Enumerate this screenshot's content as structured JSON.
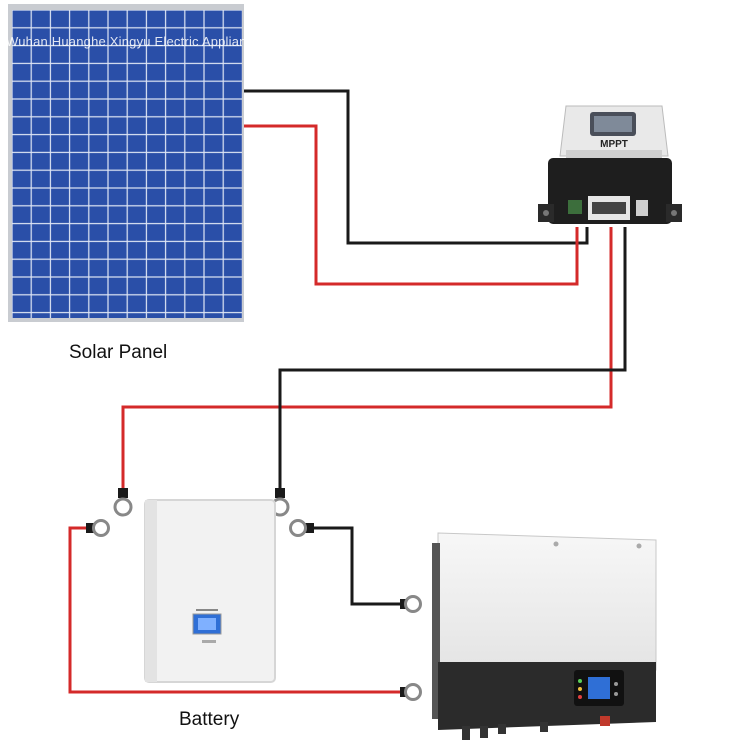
{
  "watermark": "Wuhan Huanghe Xingyu Electric Appliance Co., Ltd.",
  "labels": {
    "solar_panel": "Solar Panel",
    "battery": "Battery"
  },
  "controller": {
    "title": "MPPT"
  },
  "colors": {
    "positive_wire": "#d42a2a",
    "negative_wire": "#1a1a1a",
    "panel_cell": "#2a4fa8",
    "panel_frame": "#c9ccd1",
    "device_body": "#f2f2f2",
    "display": "#2f6fd6"
  }
}
